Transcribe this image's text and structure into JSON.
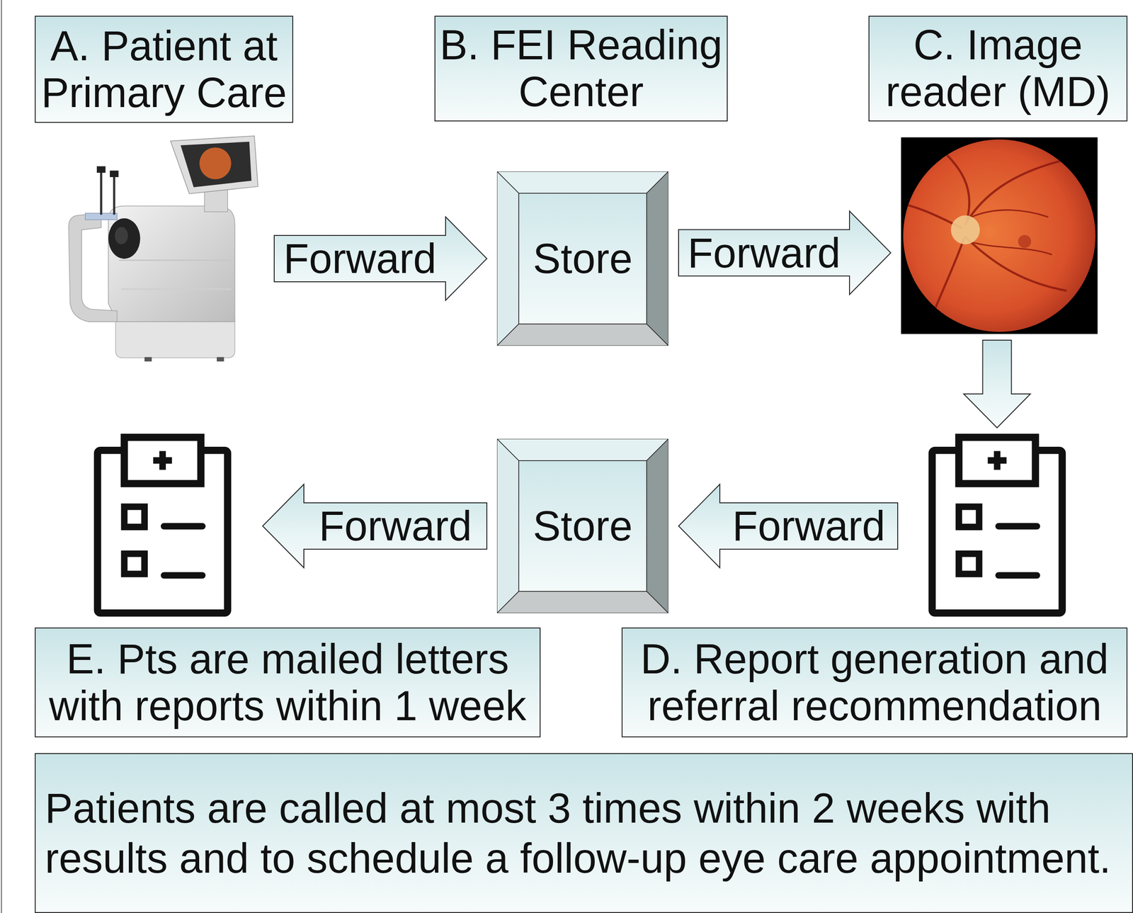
{
  "diagram": {
    "nodes": [
      {
        "text": [
          "A. Patient at Primary Care"
        ]
      },
      {
        "text": [
          "B. FEI Reading Center"
        ]
      },
      {
        "text": [
          "C. Image reader (MD)"
        ]
      },
      {
        "text": [
          "Store"
        ]
      },
      {
        "text": [
          "D. Report generation and referral recommendation"
        ]
      },
      {
        "text": [
          "Store"
        ]
      },
      {
        "text": [
          "E. Pts are mailed letters with reports within 1 week"
        ]
      },
      {
        "text": [
          "Patients are called at most 3 times within 2 weeks with results and to schedule a follow-up eye care appointment."
        ]
      }
    ],
    "edges": [
      {
        "from": 0,
        "to": 3,
        "label": "Forward",
        "arrow": "to"
      },
      {
        "from": 3,
        "to": 2,
        "label": "Forward",
        "arrow": "to"
      },
      {
        "from": 2,
        "to": 4,
        "arrow": "to"
      },
      {
        "from": 4,
        "to": 5,
        "label": "Forward",
        "arrow": "to"
      },
      {
        "from": 5,
        "to": 6,
        "label": "Forward",
        "arrow": "to"
      }
    ]
  }
}
